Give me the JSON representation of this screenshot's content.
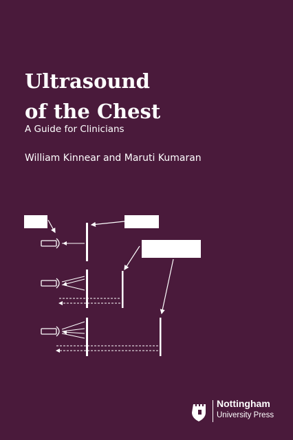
{
  "book": {
    "title_line1": "Ultrasound",
    "title_line2": "of the Chest",
    "subtitle": "A Guide for Clinicians",
    "authors": "William Kinnear and Maruti Kumaran"
  },
  "publisher": {
    "name": "Nottingham",
    "subname": "University Press",
    "logo_icon": "castle-icon"
  },
  "colors": {
    "background": "#4a1a3b",
    "foreground": "#ffffff"
  }
}
